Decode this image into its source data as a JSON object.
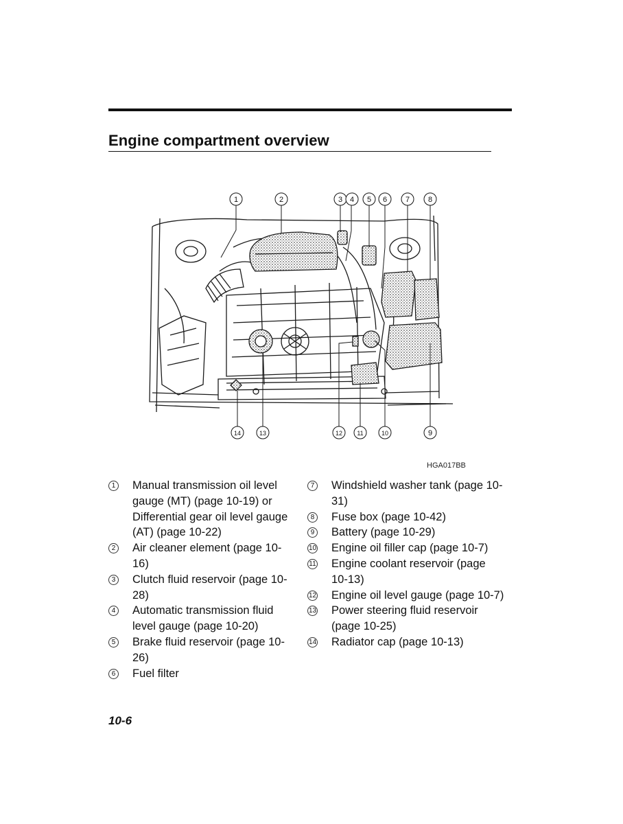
{
  "page": {
    "title": "Engine compartment overview",
    "figure_code": "HGA017BB",
    "page_number": "10-6"
  },
  "callouts_top": [
    "1",
    "2",
    "3",
    "4",
    "5",
    "6",
    "7",
    "8"
  ],
  "callouts_bottom": [
    "14",
    "13",
    "12",
    "11",
    "10",
    "9"
  ],
  "legend_left": [
    {
      "num": "1",
      "text": "Manual transmission oil level gauge (MT) (page 10-19) or Differential gear oil level gauge (AT) (page 10-22)"
    },
    {
      "num": "2",
      "text": "Air cleaner element (page 10-16)"
    },
    {
      "num": "3",
      "text": "Clutch fluid reservoir (page 10-28)"
    },
    {
      "num": "4",
      "text": "Automatic transmission fluid level gauge (page 10-20)"
    },
    {
      "num": "5",
      "text": "Brake fluid reservoir (page 10-26)"
    },
    {
      "num": "6",
      "text": "Fuel filter"
    }
  ],
  "legend_right": [
    {
      "num": "7",
      "text": "Windshield washer tank (page 10-31)"
    },
    {
      "num": "8",
      "text": "Fuse box (page 10-42)"
    },
    {
      "num": "9",
      "text": "Battery (page 10-29)"
    },
    {
      "num": "10",
      "text": "Engine oil filler cap (page 10-7)"
    },
    {
      "num": "11",
      "text": "Engine coolant reservoir (page 10-13)"
    },
    {
      "num": "12",
      "text": "Engine oil level gauge (page 10-7)"
    },
    {
      "num": "13",
      "text": "Power steering fluid reservoir (page 10-25)"
    },
    {
      "num": "14",
      "text": "Radiator cap (page 10-13)"
    }
  ]
}
